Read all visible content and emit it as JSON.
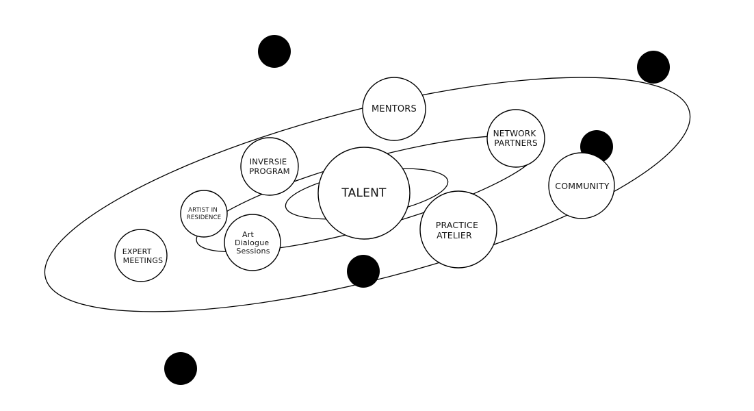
{
  "colors": {
    "background": "#ffffff",
    "stroke": "#000000",
    "dot": "#000000"
  },
  "nodes": {
    "mentors": {
      "lines": [
        "MENTORS"
      ]
    },
    "network_partners": {
      "lines": [
        "NETWORK",
        "PARTNERS"
      ]
    },
    "inversie_program": {
      "lines": [
        "INVERSIE",
        "PROGRAM"
      ]
    },
    "talent": {
      "lines": [
        "TALENT"
      ]
    },
    "community": {
      "lines": [
        "COMMUNITY"
      ]
    },
    "artist_in_residence": {
      "lines": [
        "ARTIST IN",
        "RESIDENCE"
      ]
    },
    "practice_atelier": {
      "lines": [
        "PRACTICE",
        "ATELIER"
      ]
    },
    "art_dialogue_sessions": {
      "lines": [
        "Art",
        "Dialogue",
        "Sessions"
      ]
    },
    "expert_meetings": {
      "lines": [
        "EXPERT",
        "MEETINGS"
      ]
    }
  }
}
